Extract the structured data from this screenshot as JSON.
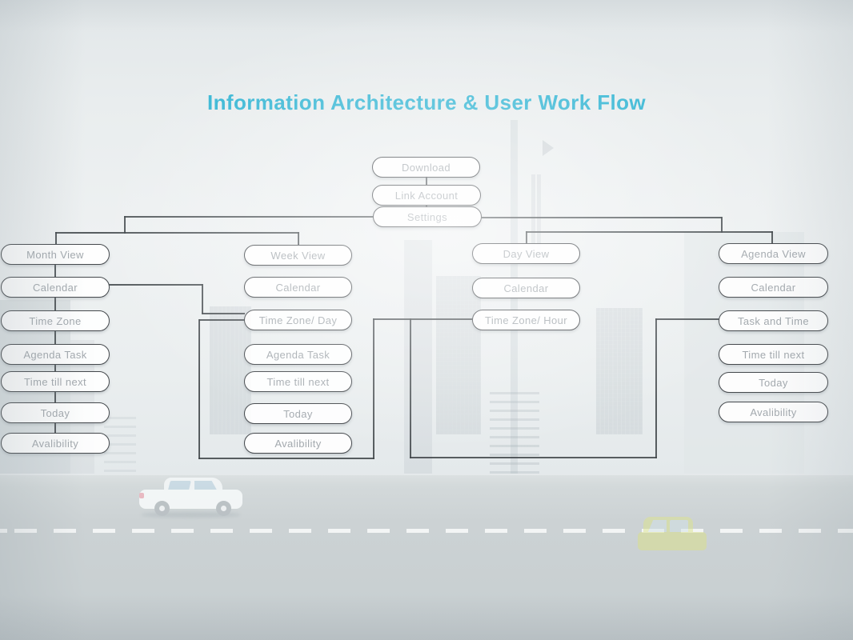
{
  "title": "Information Architecture & User Work Flow",
  "accent_color": "#35b6d4",
  "flow": {
    "root": [
      "Download",
      "Link Account",
      "Settings"
    ],
    "columns": [
      {
        "header": "Month View",
        "items": [
          "Calendar",
          "Time Zone",
          "Agenda Task",
          "Time till next",
          "Today",
          "Avalibility"
        ]
      },
      {
        "header": "Week View",
        "items": [
          "Calendar",
          "Time Zone/ Day",
          "Agenda Task",
          "Time till next",
          "Today",
          "Avalibility"
        ]
      },
      {
        "header": "Day View",
        "items": [
          "Calendar",
          "Time Zone/ Hour"
        ]
      },
      {
        "header": "Agenda View",
        "items": [
          "Calendar",
          "Task and Time",
          "Time till next",
          "Today",
          "Avalibility"
        ]
      }
    ]
  }
}
